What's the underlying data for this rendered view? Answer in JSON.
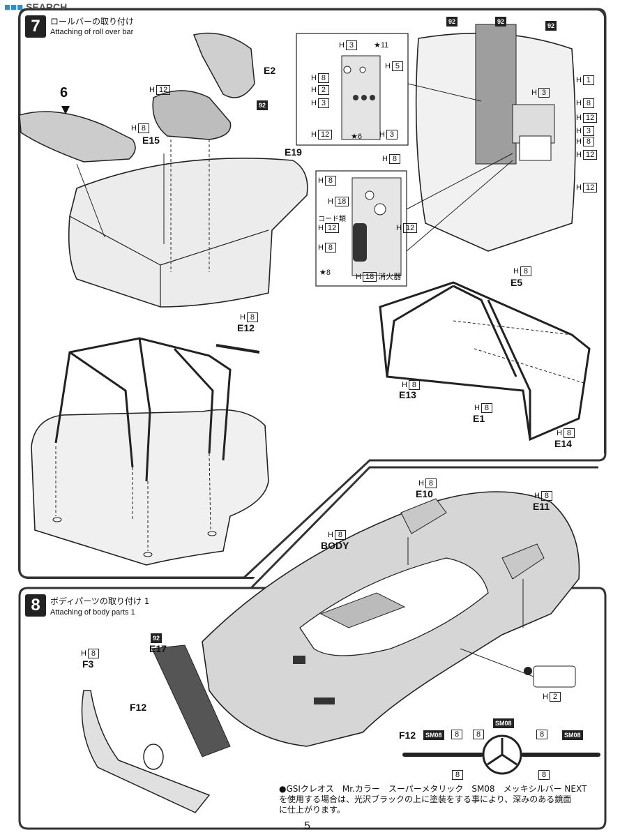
{
  "watermark": "SEARCH",
  "page_number": "5",
  "step7": {
    "number": "7",
    "title_jp": "ロールバーの取り付け",
    "title_en": "Attaching of roll over bar",
    "ref_step": "6",
    "parts": {
      "e2": "E2",
      "e15": "E15",
      "e19": "E19",
      "e12": "E12",
      "e5": "E5",
      "e13": "E13",
      "e1": "E1",
      "e14": "E14"
    },
    "colors": {
      "h12": "12",
      "h8": "8",
      "h3": "3",
      "h2": "2",
      "h5": "5",
      "h1": "1",
      "h18": "18",
      "c92": "92",
      "star11": "11",
      "star6": "6",
      "star8": "8"
    },
    "labels": {
      "h": "H",
      "cord": "コード類",
      "extinguisher": "消火器"
    }
  },
  "step8": {
    "number": "8",
    "title_jp": "ボディパーツの取り付け 1",
    "title_en": "Attaching of body parts 1",
    "parts": {
      "body": "BODY",
      "e10": "E10",
      "e11": "E11",
      "e17": "E17",
      "f3": "F3",
      "f12a": "F12",
      "f12b": "F12"
    },
    "sm08": "SM08",
    "note_line1": "●GSIクレオス　Mr.カラー　スーパーメタリック　SM08　メッキシルバー NEXT",
    "note_line2": "を使用する場合は、光沢ブラックの上に塗装をする事により、深みのある鏡面",
    "note_line3": "に仕上がります。"
  }
}
